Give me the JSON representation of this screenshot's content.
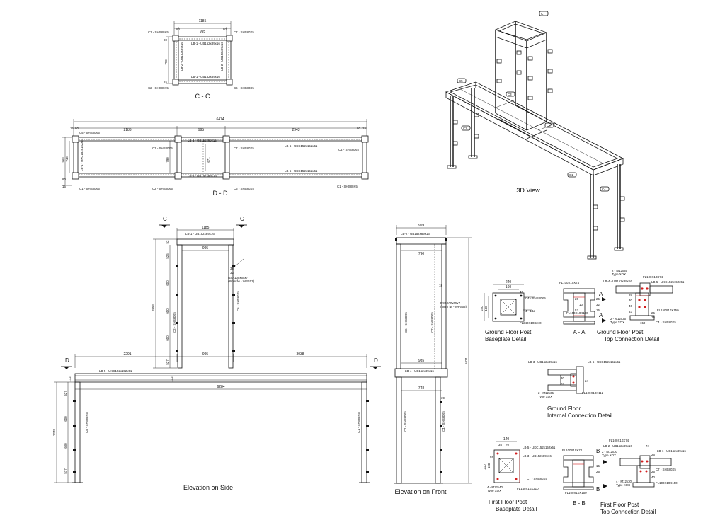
{
  "views": {
    "cc": {
      "title": "C - C",
      "overall": "1185",
      "inner": "995",
      "left_off": "80",
      "right_off": "80",
      "top_off": "15",
      "height": "790",
      "side_a": "80",
      "side_b": "15",
      "labels": {
        "c3": "C3 - SHS80X5",
        "c7": "C7 - SHS80X5",
        "c2": "C2 - SHS80X5",
        "c6": "C6 - SHS80X5",
        "lb1_top": "LB-1 - UB152x89x16",
        "lb1_bot": "LB-1 - UB152x89x16",
        "lb2": "LB-2 - UB152x89x16",
        "lb2r": "LB-2 - UB152x89x16"
      }
    },
    "dd": {
      "title": "D - D",
      "overall": "6474",
      "seg1": "2186",
      "seg2": "995",
      "seg3": "2943",
      "left_a": "15",
      "left_b": "80",
      "right_a": "80",
      "right_b": "15",
      "h_total": "905",
      "h_inner": "748",
      "h_mid": "790",
      "h_mid2": "671",
      "h_bot": "80",
      "h_bot2": "15",
      "labels": {
        "c5": "C5 - SHS80X5",
        "c3": "C3 - SHS80X5",
        "c7": "C7 - SHS80X5",
        "c4": "C4 - SHS80X5",
        "c1": "C1 - SHS80X5",
        "c2": "C2 - SHS80X5",
        "c6": "C6 - SHS80X5",
        "c1r": "C1 - SHS80X5",
        "lb6": "LB-6 - UKC152x152x51",
        "lb5": "LB-5 - UKC152x152x51",
        "lb4": "LB-4 - UKC152x152x51",
        "lb3": "LB-3 - UB152x89x16",
        "lb3b": "LB-3 - UB152x89x16"
      }
    },
    "iso": {
      "title": "3D View",
      "tags": [
        "C5",
        "C3",
        "C2",
        "C7",
        "C6",
        "C1",
        "C4"
      ]
    },
    "side": {
      "title": "Elevation on Side",
      "overall_top": "1185",
      "inner_top": "995",
      "seg_left": "2291",
      "seg_mid": "995",
      "seg_right": "3038",
      "overall_bot": "6284",
      "h_up": "2853",
      "h_low": "2245",
      "d1": "526",
      "d2": "600",
      "d3": "600",
      "d4": "600",
      "d5": "527",
      "d6": "52",
      "d7": "172",
      "d8": "172",
      "l1": "527",
      "l2": "600",
      "l3": "600",
      "l4": "517",
      "section_c": "C",
      "section_d": "D",
      "labels": {
        "lb1": "LB-1 - UB152x89x16",
        "lb5": "LB-5 - UKC152x152x51",
        "c2": "C2 - SHS80X5",
        "c6": "C6 - SHS80X5",
        "c5": "C5 - SHS80X5",
        "c1": "C1 - SHS80X5",
        "rsa": "RSA100x65x7",
        "rsa2": "(8mm fw - WPS03)",
        "n33": "33",
        "n38": "38"
      }
    },
    "front": {
      "title": "Elevation on Front",
      "overall_top": "959",
      "inner": "790",
      "mid": "985",
      "bot": "748",
      "h_total": "5421",
      "n39": "39",
      "n18": "18",
      "labels": {
        "lb2": "LB-2 - UB152x89x16",
        "lb4": "LB-4 - UB152x89x16",
        "c6": "C6 - SHS80X5",
        "c7": "C7 - SHS80X5",
        "c1": "C1 - SHS80X5",
        "c4": "C4 - SHS80X5",
        "rsa": "RSA100x65x7",
        "rsa2": "(8mm fw - WPS03)"
      }
    },
    "gf_base": {
      "title1": "Ground Floor Post",
      "title2": "Baseplate  Detail",
      "d240": "240",
      "d160": "160",
      "d40": "40",
      "v240": "240",
      "v160": "160",
      "c4": "C4 - SHS80X5",
      "fl": "FL240X10X240",
      "weld": "4 - 14ø"
    },
    "aa": {
      "title": "A - A",
      "sec": "A",
      "fl1": "FL100X10X74",
      "fl2": "FL150X10X150",
      "d20": "20",
      "d10": "10",
      "d53": "53",
      "d25": "25",
      "d32": "32",
      "d15": "15"
    },
    "gf_top": {
      "title1": "Ground Floor Post",
      "title2": "Top Connection Detail",
      "bolt": "2 - M12x35",
      "bolt2": "Type XOX",
      "fl1": "FL100X10X74",
      "lb4": "LB-4 - UB152x89x16",
      "lb5": "LB-5 - UKC152x152x51",
      "fl2": "FL150X10X150",
      "c4": "C4 - SHS80X5",
      "bolt3": "2 - M12x35",
      "bolt4": "Type XOX",
      "n26": "26",
      "n30": "30",
      "n40": "40",
      "n33": "33",
      "n150": "150",
      "n75": "75",
      "n25": "25"
    },
    "gf_int": {
      "title1": "Ground Floor",
      "title2": "Internal Connection Detail",
      "lb3": "LB-3 - UB152x89x16",
      "lb6": "LB-6 - UKC152x152x51",
      "bolt": "2 - M12x35",
      "bolt2": "Type XOX",
      "fl": "FL100X10X112",
      "n30": "30",
      "n25": "25",
      "n24": "24"
    },
    "ff_base": {
      "title1": "First Floor Post",
      "title2": "Baseplate  Detail",
      "lb5": "LB-5 - UKC152x152x51",
      "lb3": "LB-3 - UB152x89x16",
      "c7": "C7 - SHS80X5",
      "bolt": "4 - M12x40",
      "bolt2": "Type XOX",
      "fl": "FL140X10X210",
      "d140": "140",
      "d35": "35",
      "d70": "70",
      "v210": "210",
      "v55": "55",
      "v100": "100"
    },
    "bb": {
      "title": "B - B",
      "sec": "B",
      "fl1": "FL100X10X74",
      "fl2": "FL100X10X150",
      "d15": "15",
      "d25": "25"
    },
    "ff_top": {
      "title1": "First Floor Post",
      "title2": "Top Connection Detail",
      "fl1": "FL100X10X74",
      "lb2": "LB-2 - UB152x89x16",
      "lb1": "LB-1 - UB152x89x16",
      "bolt": "2 - M12x30",
      "bolt2": "Type XOX",
      "c7": "C7 - SHS80X5",
      "bolt3": "4 - M12x30",
      "bolt4": "Type XOX",
      "fl2": "FL100X10X150",
      "n74": "74",
      "n26": "26",
      "n25": "25",
      "n40": "40"
    }
  }
}
